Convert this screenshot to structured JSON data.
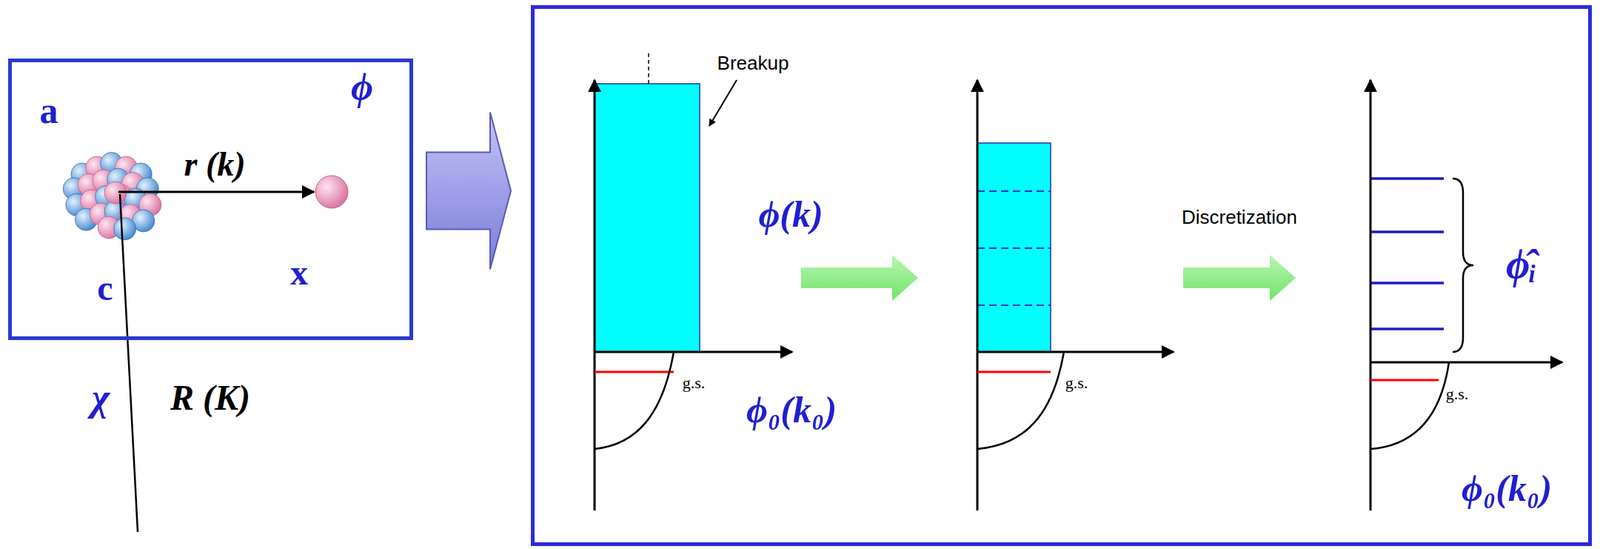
{
  "diagram": {
    "nodes": [
      {
        "text": [
          "a",
          "ϕ"
        ]
      },
      {
        "text": [
          "r (k)",
          "c",
          "x"
        ],
        "in": 0
      },
      {
        "text": [
          "Breakup",
          "ϕ(k)",
          "g.s.",
          "ϕ₀(k₀)",
          "g.s.",
          "Discretization",
          "g.s.",
          "ϕ̂ᵢ",
          "ϕ₀(k₀)"
        ]
      }
    ],
    "edges": [
      {
        "from": 0,
        "to": 2,
        "arrow": "to"
      }
    ],
    "labels": [
      "χ",
      "R (K)"
    ]
  }
}
